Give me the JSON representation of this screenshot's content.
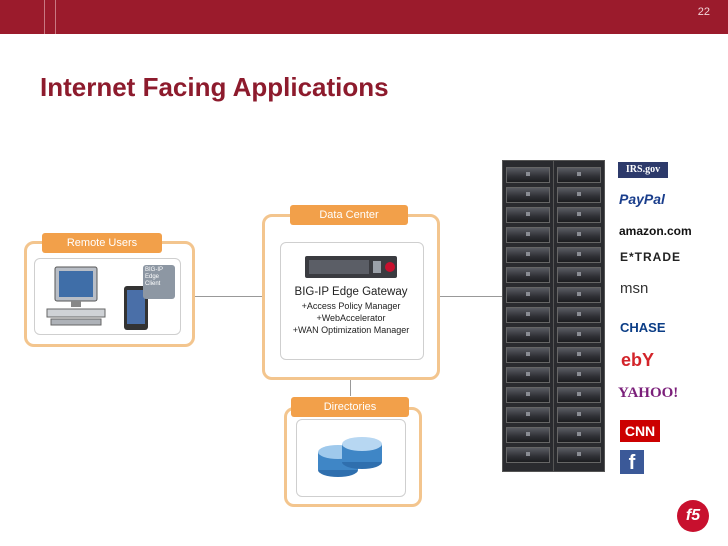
{
  "header": {
    "page_number": "22"
  },
  "slide": {
    "title": "Internet Facing Applications"
  },
  "remote_users": {
    "label": "Remote Users",
    "client_badge": "BIG-IP Edge Client"
  },
  "data_center": {
    "label": "Data Center",
    "gateway_title": "BIG-IP Edge Gateway",
    "modules": [
      "+Access Policy Manager",
      "+WebAccelerator",
      "+WAN Optimization Manager"
    ]
  },
  "directories": {
    "label": "Directories"
  },
  "logos": [
    {
      "name": "IRS",
      "text": "IRS.gov"
    },
    {
      "name": "PayPal",
      "text": "PayPal"
    },
    {
      "name": "Amazon",
      "text": "amazon.com"
    },
    {
      "name": "E*Trade",
      "text": "E*TRADE"
    },
    {
      "name": "MSN",
      "text": "msn"
    },
    {
      "name": "Chase",
      "text": "CHASE"
    },
    {
      "name": "eBay",
      "text": "ebY"
    },
    {
      "name": "Yahoo",
      "text": "YAHOO!"
    },
    {
      "name": "CNN",
      "text": "CNN"
    },
    {
      "name": "Facebook",
      "text": "f"
    }
  ],
  "brand": {
    "logo": "f5",
    "accent": "#9b1b2c",
    "orange": "#f2a04a"
  }
}
